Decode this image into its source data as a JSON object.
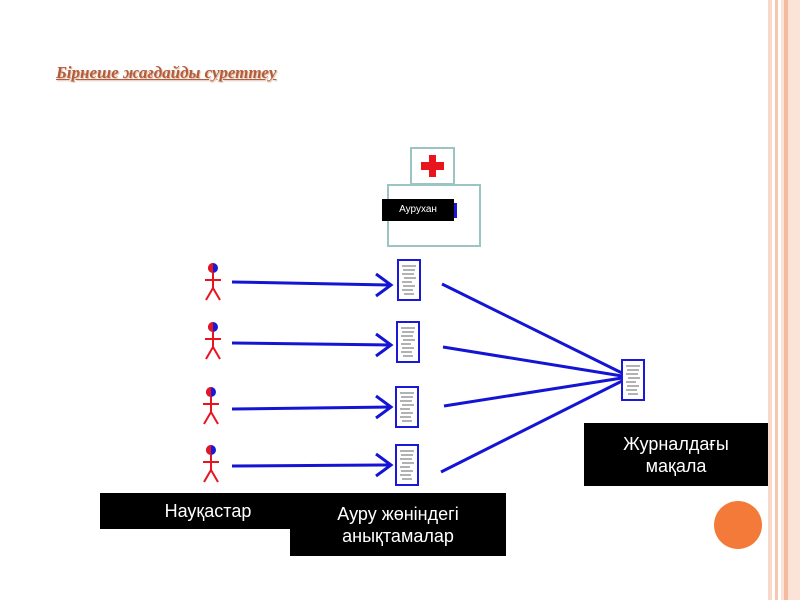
{
  "slide": {
    "title": "Бірнеше жағдайды суреттеу",
    "hospital_label": "Аурухан",
    "patients_label": "Науқастар",
    "records_label": "Ауру жөніндегі анықтамалар",
    "journal_label": "Журналдағы мақала"
  },
  "colors": {
    "arrow": "#1414d4",
    "figure": "#e8141e",
    "accent_circle": "#f47a3a",
    "stripe": "#f6c9b3"
  }
}
